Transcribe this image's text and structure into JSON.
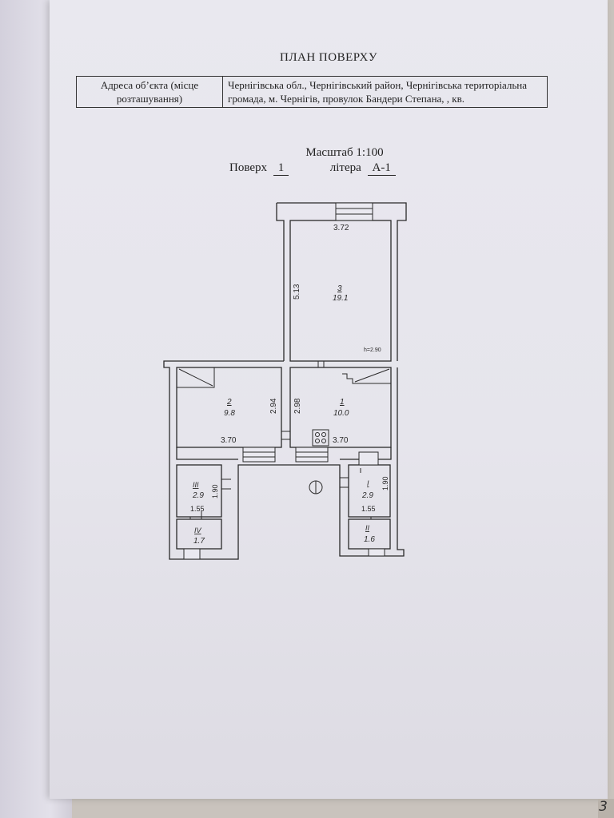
{
  "document": {
    "title": "ПЛАН ПОВЕРХУ",
    "address_label": "Адреса об’єкта (місце розташування)",
    "address_value": "Чернігівська обл., Чернігівський район, Чернігівська територіальна громада, м. Чернігів, провулок Бандери Степана, , кв.",
    "scale": "Масштаб 1:100",
    "floor_label": "Поверх",
    "floor_value": "1",
    "letter_label": "літера",
    "letter_value": "А-1",
    "page_number": "3"
  },
  "plan": {
    "dimensions": {
      "room3_width": "3.72",
      "room3_length": "5.13",
      "ceiling_height": "h=2.90",
      "room2_width": "3.70",
      "room2_length": "2.94",
      "room1_length": "2.98",
      "room1_width": "3.70",
      "roomI_width": "1.55",
      "roomI_length": "1.90",
      "roomIII_width": "1.55",
      "roomIII_length": "1.90"
    },
    "rooms": [
      {
        "id": "3",
        "area": "19.1"
      },
      {
        "id": "2",
        "area": "9.8"
      },
      {
        "id": "1",
        "area": "10.0"
      },
      {
        "id": "III",
        "area": "2.9"
      },
      {
        "id": "IV",
        "area": "1.7"
      },
      {
        "id": "I",
        "area": "2.9"
      },
      {
        "id": "II",
        "area": "1.6"
      }
    ]
  }
}
